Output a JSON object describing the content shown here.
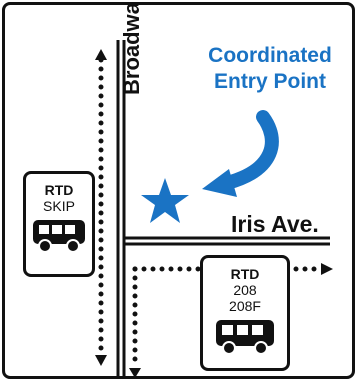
{
  "map": {
    "street_vertical": "Broadway",
    "street_horizontal": "Iris Ave.",
    "entry_point": {
      "line1": "Coordinated",
      "line2": "Entry Point",
      "marker_icon": "star-icon",
      "color": "#1a73c4"
    },
    "bus_stops": [
      {
        "title": "RTD",
        "routes": [
          "SKIP"
        ],
        "icon": "bus-icon"
      },
      {
        "title": "RTD",
        "routes": [
          "208",
          "208F"
        ],
        "icon": "bus-icon"
      }
    ]
  }
}
